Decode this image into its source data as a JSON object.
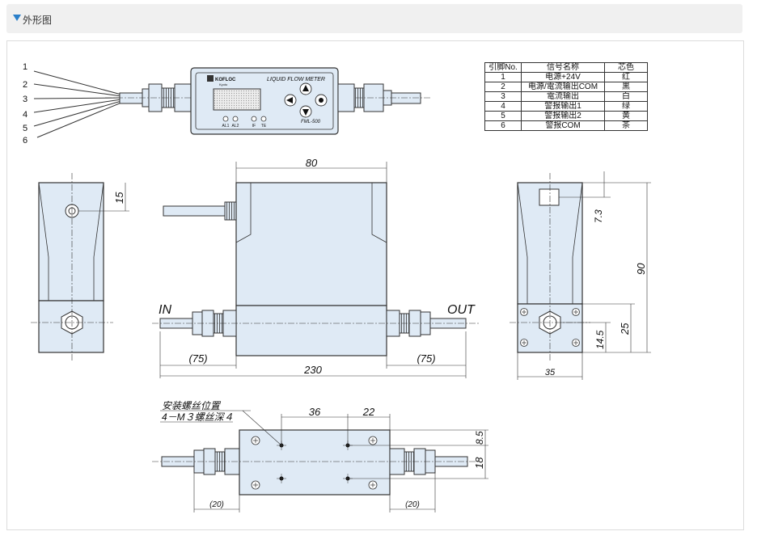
{
  "section": {
    "title": "外形图"
  },
  "device": {
    "brand": "KOFLOC",
    "brand_sub": "Kyoto",
    "name": "LIQUID FLOW METER",
    "model": "FML-500",
    "leds": [
      "AL1",
      "AL2",
      "IF",
      "TE"
    ]
  },
  "wire_numbers": [
    "1",
    "2",
    "3",
    "4",
    "5",
    "6"
  ],
  "pin_table": {
    "headers": [
      "引脚No.",
      "信号名称",
      "芯色"
    ],
    "rows": [
      [
        "1",
        "电源+24V",
        "红"
      ],
      [
        "2",
        "电源/電流输出COM",
        "黒"
      ],
      [
        "3",
        "電流输出",
        "白"
      ],
      [
        "4",
        "警报输出1",
        "绿"
      ],
      [
        "5",
        "警报输出2",
        "黄"
      ],
      [
        "6",
        "警报COM",
        "茶"
      ]
    ]
  },
  "dimensions": {
    "width_top": "80",
    "left_15": "15",
    "in": "IN",
    "out": "OUT",
    "left_75": "(75)",
    "right_75": "(75)",
    "total_230": "230",
    "right_7_3": "7.3",
    "right_90": "90",
    "right_25": "25",
    "right_14_5": "14.5",
    "right_35": "35",
    "bottom_36": "36",
    "bottom_22": "22",
    "bottom_8_5": "8.5",
    "bottom_18": "18",
    "bottom_20_left": "(20)",
    "bottom_20_right": "(20)",
    "mount_label_1": "安装螺丝位置",
    "mount_label_2": "4－M３螺丝深４"
  }
}
